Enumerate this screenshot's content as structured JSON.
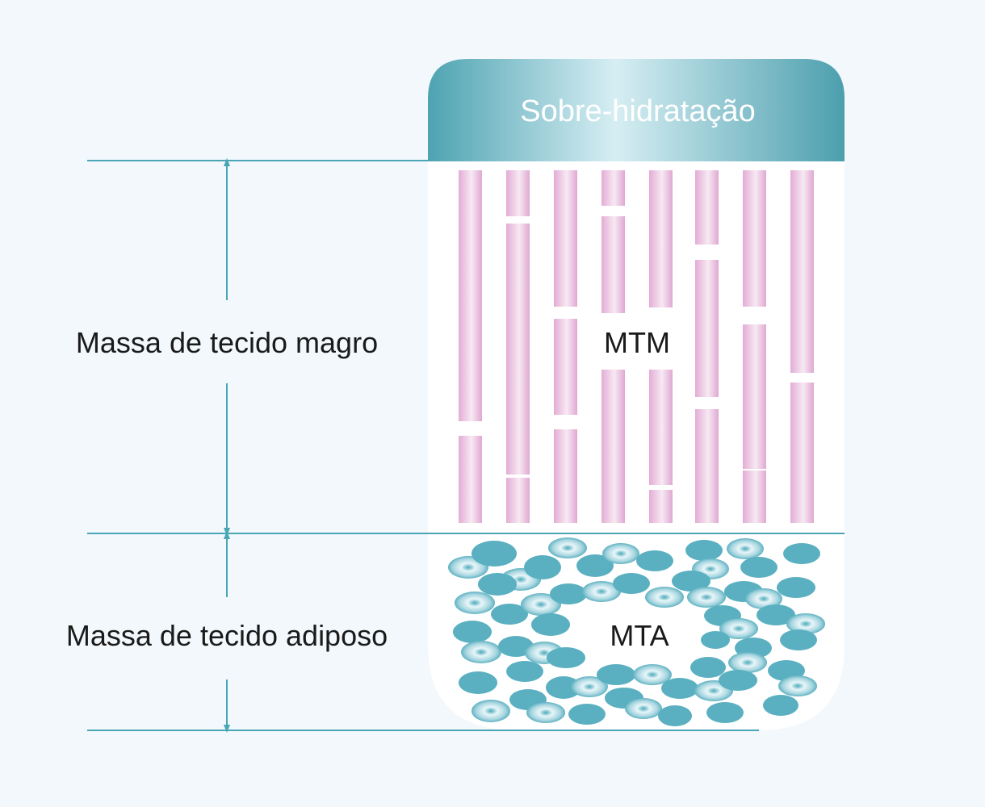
{
  "header": {
    "title": "Sobre-hidratação"
  },
  "labels": {
    "lean_mass": "Massa de tecido magro",
    "fat_mass": "Massa de tecido adiposo"
  },
  "abbreviations": {
    "lean": "MTM",
    "fat": "MTA"
  },
  "colors": {
    "background": "#f2f8fb",
    "line": "#4aa6b4",
    "muscle": "#e3acd5",
    "fat_cell": "#5ab0c0",
    "header_dark": "#4ea3b2",
    "header_light": "#d6eef3"
  }
}
